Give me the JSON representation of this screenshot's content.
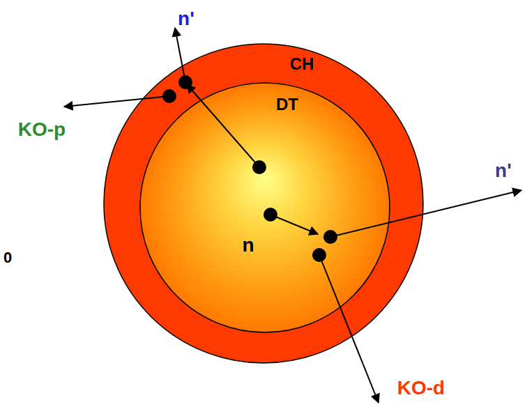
{
  "diagram": {
    "nodes": [
      {
        "text": [
          "CH"
        ]
      },
      {
        "text": [
          "DT"
        ],
        "in": 0
      }
    ],
    "labels": [
      "n'",
      "KO-p",
      "n'",
      "0",
      "n",
      "KO-d"
    ]
  }
}
